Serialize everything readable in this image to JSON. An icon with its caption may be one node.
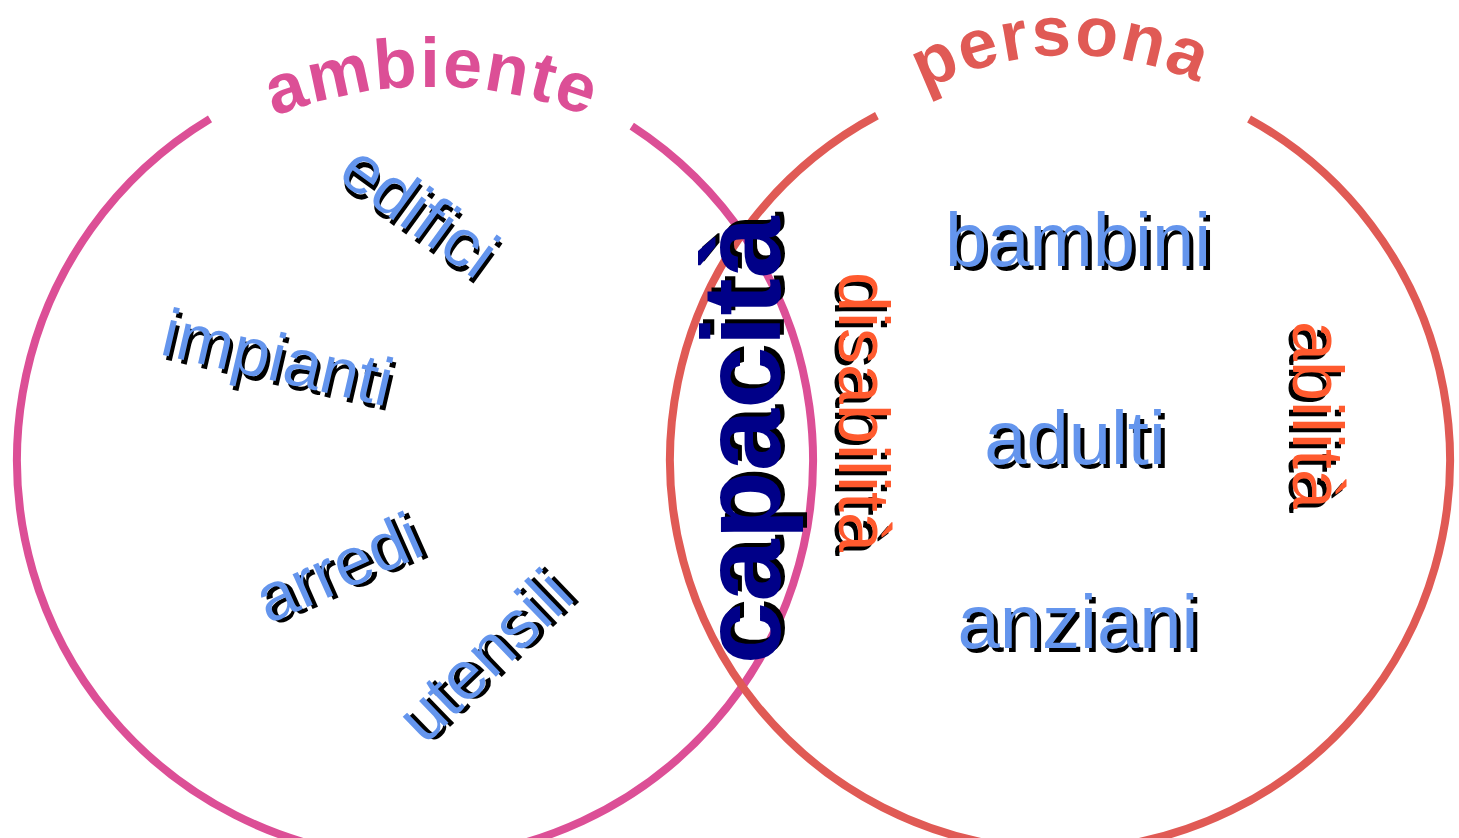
{
  "diagram": {
    "nodes": [
      {
        "text": [
          "ambiente"
        ]
      },
      {
        "text": [
          "persona"
        ]
      }
    ],
    "labels": [
      "edifici",
      "impianti",
      "bambini",
      "capacità",
      "disabilità",
      "abilità",
      "adulti",
      "arredi",
      "anziani",
      "utensili"
    ]
  }
}
